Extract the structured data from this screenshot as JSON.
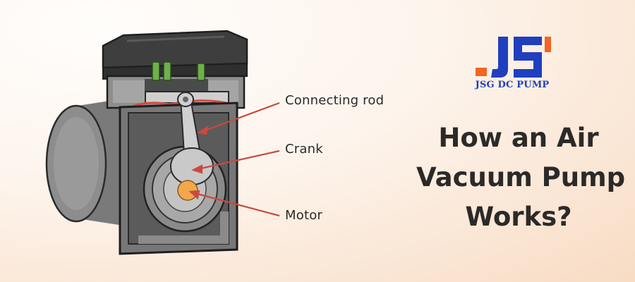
{
  "brand": {
    "logo_text": "JSG DC PUMP",
    "colors": {
      "blue": "#1f3fbf",
      "orange": "#f26522"
    }
  },
  "diagram": {
    "labels": {
      "connecting_rod": "Connecting rod",
      "crank": "Crank",
      "motor": "Motor"
    },
    "callout_color": "#c94a3f"
  },
  "headline": {
    "line1": "How an Air",
    "line2": "Vacuum Pump",
    "line3": "Works?"
  }
}
